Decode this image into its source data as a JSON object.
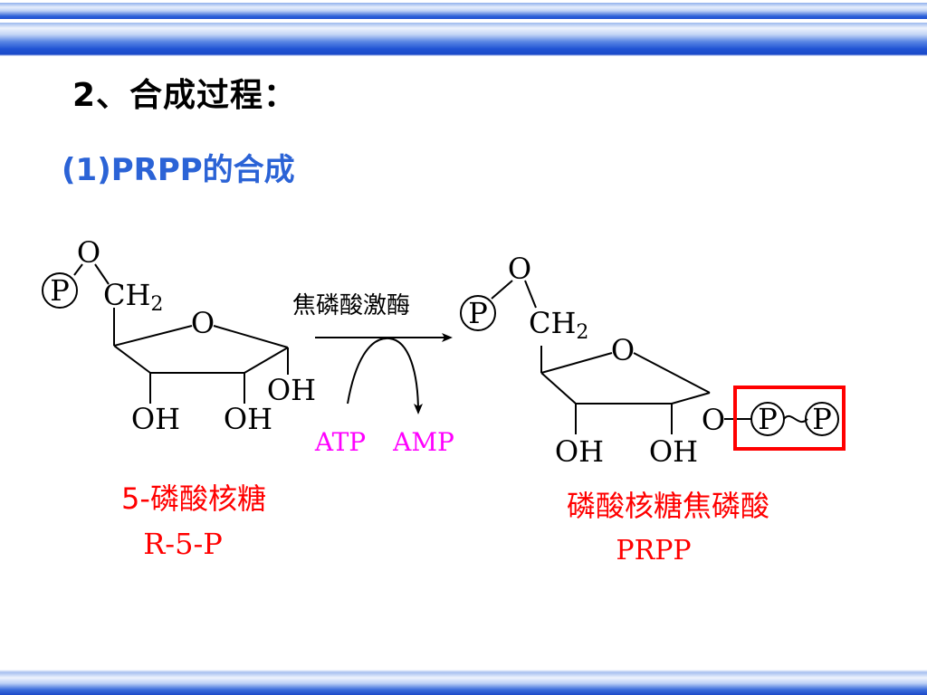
{
  "slide": {
    "title": "2、合成过程：",
    "subtitle": "(1)PRPP的合成"
  },
  "reaction": {
    "enzyme": "焦磷酸激酶",
    "cofactor_in": "ATP",
    "cofactor_out": "AMP",
    "substrate": {
      "name": "5-磷酸核糖",
      "abbr": "R-5-P",
      "labels": {
        "phosphate": "P",
        "oxygen": "O",
        "ch2": "CH",
        "ch2_sub": "2",
        "ring_oxygen": "O",
        "oh_left": "OH",
        "oh_middle": "OH",
        "oh_right": "OH"
      }
    },
    "product": {
      "name": "磷酸核糖焦磷酸",
      "abbr": "PRPP",
      "labels": {
        "phosphate": "P",
        "oxygen": "O",
        "ch2": "CH",
        "ch2_sub": "2",
        "ring_oxygen": "O",
        "oh_left": "OH",
        "oh_right": "OH",
        "ester_oxygen": "O",
        "pyro_p1": "P",
        "pyro_p2": "P"
      }
    }
  },
  "colors": {
    "title": "#000000",
    "subtitle": "#2b63d6",
    "cofactor": "#ff00ff",
    "name_label": "#ff0000",
    "highlight_box": "#ff0000"
  }
}
